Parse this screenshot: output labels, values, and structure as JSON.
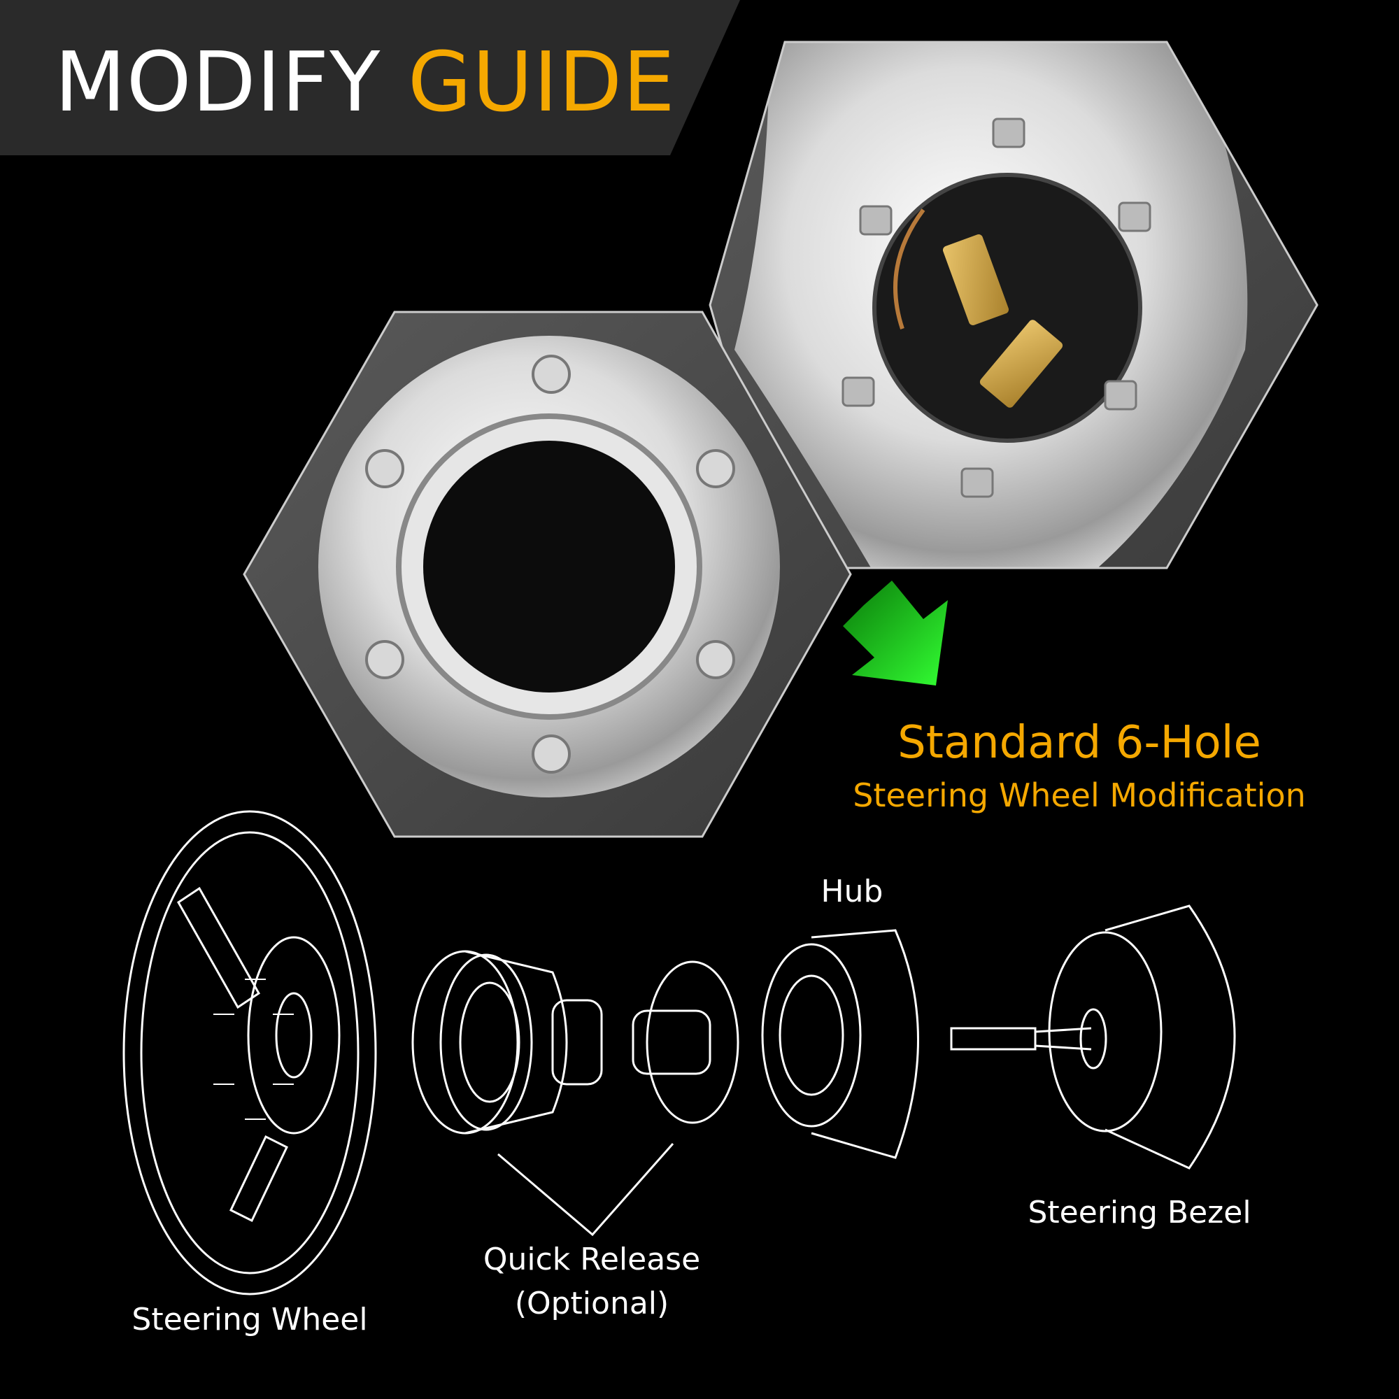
{
  "banner": {
    "title_white": "MODIFY",
    "title_accent": "GUIDE"
  },
  "heading": {
    "main": "Standard 6-Hole",
    "sub": "Steering Wheel Modification"
  },
  "diagram": {
    "labels": {
      "hub": "Hub",
      "steering_wheel": "Steering Wheel",
      "quick_release": "Quick Release",
      "optional": "(Optional)",
      "steering_bezel": "Steering Bezel"
    }
  },
  "colors": {
    "accent": "#f5a800",
    "banner_bg": "#2a2a2a",
    "arrow": "#22dd22"
  },
  "icons": {
    "arrow": "arrow-down-right-icon"
  }
}
